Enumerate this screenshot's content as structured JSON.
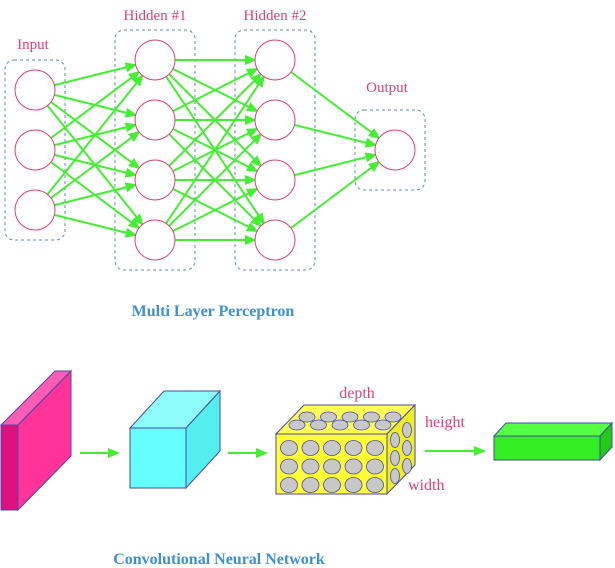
{
  "mlp": {
    "layers": [
      {
        "label": "Input",
        "nodes": 3
      },
      {
        "label": "Hidden #1",
        "nodes": 4
      },
      {
        "label": "Hidden #2",
        "nodes": 4
      },
      {
        "label": "Output",
        "nodes": 1
      }
    ],
    "caption": "Multi Layer Perceptron"
  },
  "cnn": {
    "labels": {
      "depth": "depth",
      "height": "height",
      "width": "width"
    },
    "caption": "Convolutional Neural Network"
  },
  "colors": {
    "node_stroke": "#e0407a",
    "layer_box": "#5b8fb5",
    "edge": "#44ee33",
    "label_text": "#e0407a",
    "caption": "#3d8fd8",
    "block_pink": "#ff3399",
    "block_cyan": "#66ffff",
    "block_yellow": "#ffff33",
    "block_green": "#33ee22"
  }
}
